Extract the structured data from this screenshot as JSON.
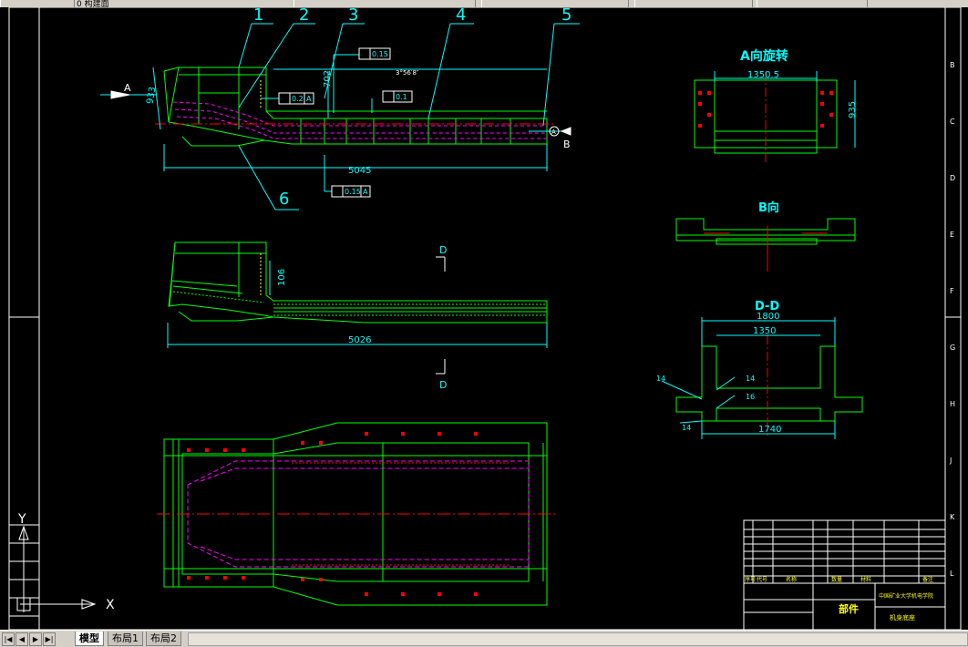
{
  "toolbar": {
    "layer_label": "0 构建面"
  },
  "drawing": {
    "balloons": [
      "1",
      "2",
      "3",
      "4",
      "5",
      "6"
    ],
    "dims": {
      "d933": "933",
      "d702": "702",
      "d5045": "5045",
      "d106": "106",
      "d5026": "5026",
      "d1350a": "1350.5",
      "d935": "935",
      "d1800": "1800",
      "d1350b": "1350",
      "d1740": "1740",
      "angle": "3°56′8″"
    },
    "tolerances": {
      "t1_val": "0.15",
      "t2_val": "0.2",
      "t2_ref": "A",
      "t3_val": "0.1",
      "t4_val": "0.15",
      "t4_ref": "A"
    },
    "view_labels": {
      "a_arrow": "A",
      "b_arrow": "B",
      "datum_a": "A",
      "a_view": "A向旋转",
      "b_view": "B向",
      "dd_view": "D-D",
      "d_top": "D",
      "d_bottom": "D"
    },
    "welds": [
      "14",
      "14",
      "16",
      "14"
    ],
    "ucs": {
      "x": "X",
      "y": "Y"
    },
    "grid_letters": [
      "B",
      "C",
      "D",
      "E",
      "F",
      "G",
      "H",
      "J",
      "K",
      "L"
    ],
    "title_block": {
      "part_title": "部件",
      "institute": "中国矿业大学机电学院",
      "drawing_name": "机身底座",
      "header": [
        "序号",
        "代号",
        "名称",
        "数量",
        "材料",
        "备注"
      ]
    }
  },
  "layout_tabs": [
    {
      "label": "模型",
      "active": true
    },
    {
      "label": "布局1",
      "active": false
    },
    {
      "label": "布局2",
      "active": false
    }
  ],
  "colors": {
    "cyan": "#00ffff",
    "green": "#00ff00",
    "magenta": "#ff00ff",
    "red": "#ff0000",
    "yellow": "#ffff00",
    "white": "#ffffff"
  }
}
